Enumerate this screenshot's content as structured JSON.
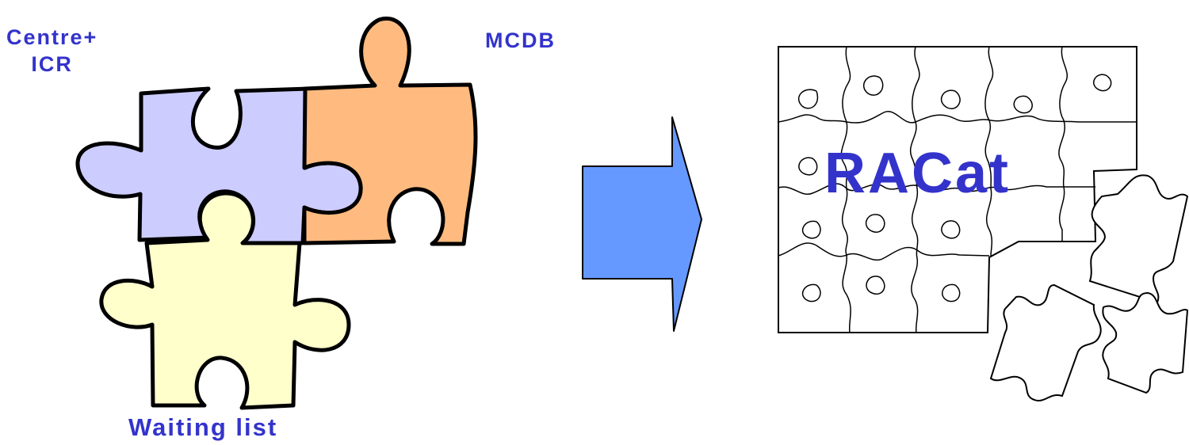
{
  "labels": {
    "centre_icr": "Centre+\nICR",
    "mcdb": "MCDB",
    "waiting_list": "Waiting list",
    "racat": "RACat"
  },
  "colors": {
    "label_text": "#3333cc",
    "piece_centre_icr": "#ccccff",
    "piece_mcdb": "#ffbb7f",
    "piece_waiting_list": "#ffffcc",
    "arrow_fill": "#6699ff",
    "outline": "#000000"
  }
}
